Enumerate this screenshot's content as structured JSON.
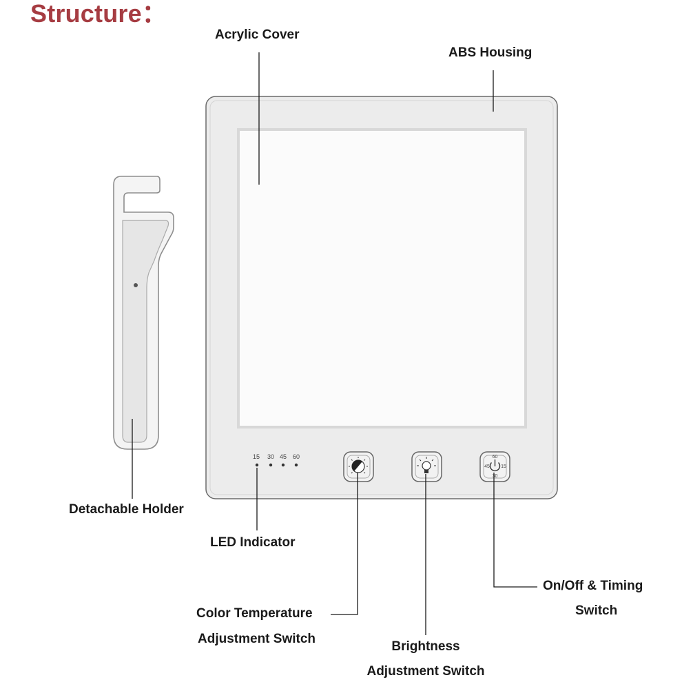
{
  "title": "Structure：",
  "labels": {
    "acrylic_cover": "Acrylic Cover",
    "abs_housing": "ABS Housing",
    "detachable_holder": "Detachable Holder",
    "led_indicator": "LED Indicator",
    "color_temp_line1": "Color Temperature",
    "color_temp_line2": "Adjustment Switch",
    "brightness_line1": "Brightness",
    "brightness_line2": "Adjustment Switch",
    "onoff_line1": "On/Off & Timing",
    "onoff_line2": "Switch"
  },
  "led_indicator_values": [
    "15",
    "30",
    "45",
    "60"
  ],
  "timer_dial_values": [
    "60",
    "45",
    "15",
    "30"
  ],
  "colors": {
    "title": "#a63c42",
    "text": "#1a1a1a",
    "housing": "#ececec",
    "panel": "#fafafa"
  }
}
